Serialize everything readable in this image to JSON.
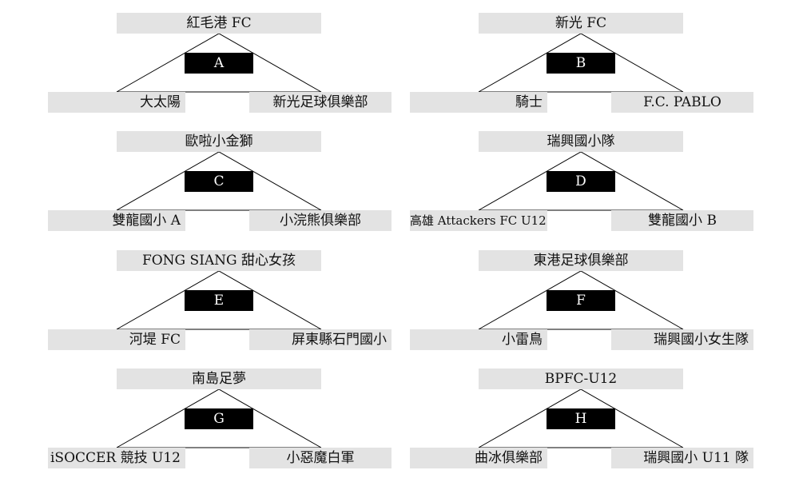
{
  "groups": [
    {
      "letter": "A",
      "top": "紅毛港 FC",
      "left": "大太陽",
      "right": "新光足球俱樂部"
    },
    {
      "letter": "B",
      "top": "新光 FC",
      "left": "騎士",
      "right": "F.C. PABLO"
    },
    {
      "letter": "C",
      "top": "歐啦小金獅",
      "left": "雙龍國小 A",
      "right": "小浣熊俱樂部"
    },
    {
      "letter": "D",
      "top": "瑞興國小隊",
      "left": "高雄 Attackers FC U12",
      "right": "雙龍國小 B"
    },
    {
      "letter": "E",
      "top": "FONG SIANG 甜心女孩",
      "left": "河堤 FC",
      "right": "屏東縣石門國小"
    },
    {
      "letter": "F",
      "top": "東港足球俱樂部",
      "left": "小雷鳥",
      "right": "瑞興國小女生隊"
    },
    {
      "letter": "G",
      "top": "南島足夢",
      "left": "iSOCCER 競技 U12",
      "right": "小惡魔白軍"
    },
    {
      "letter": "H",
      "top": "BPFC-U12",
      "left": "曲冰俱樂部",
      "right": "瑞興國小 U11 隊"
    }
  ]
}
